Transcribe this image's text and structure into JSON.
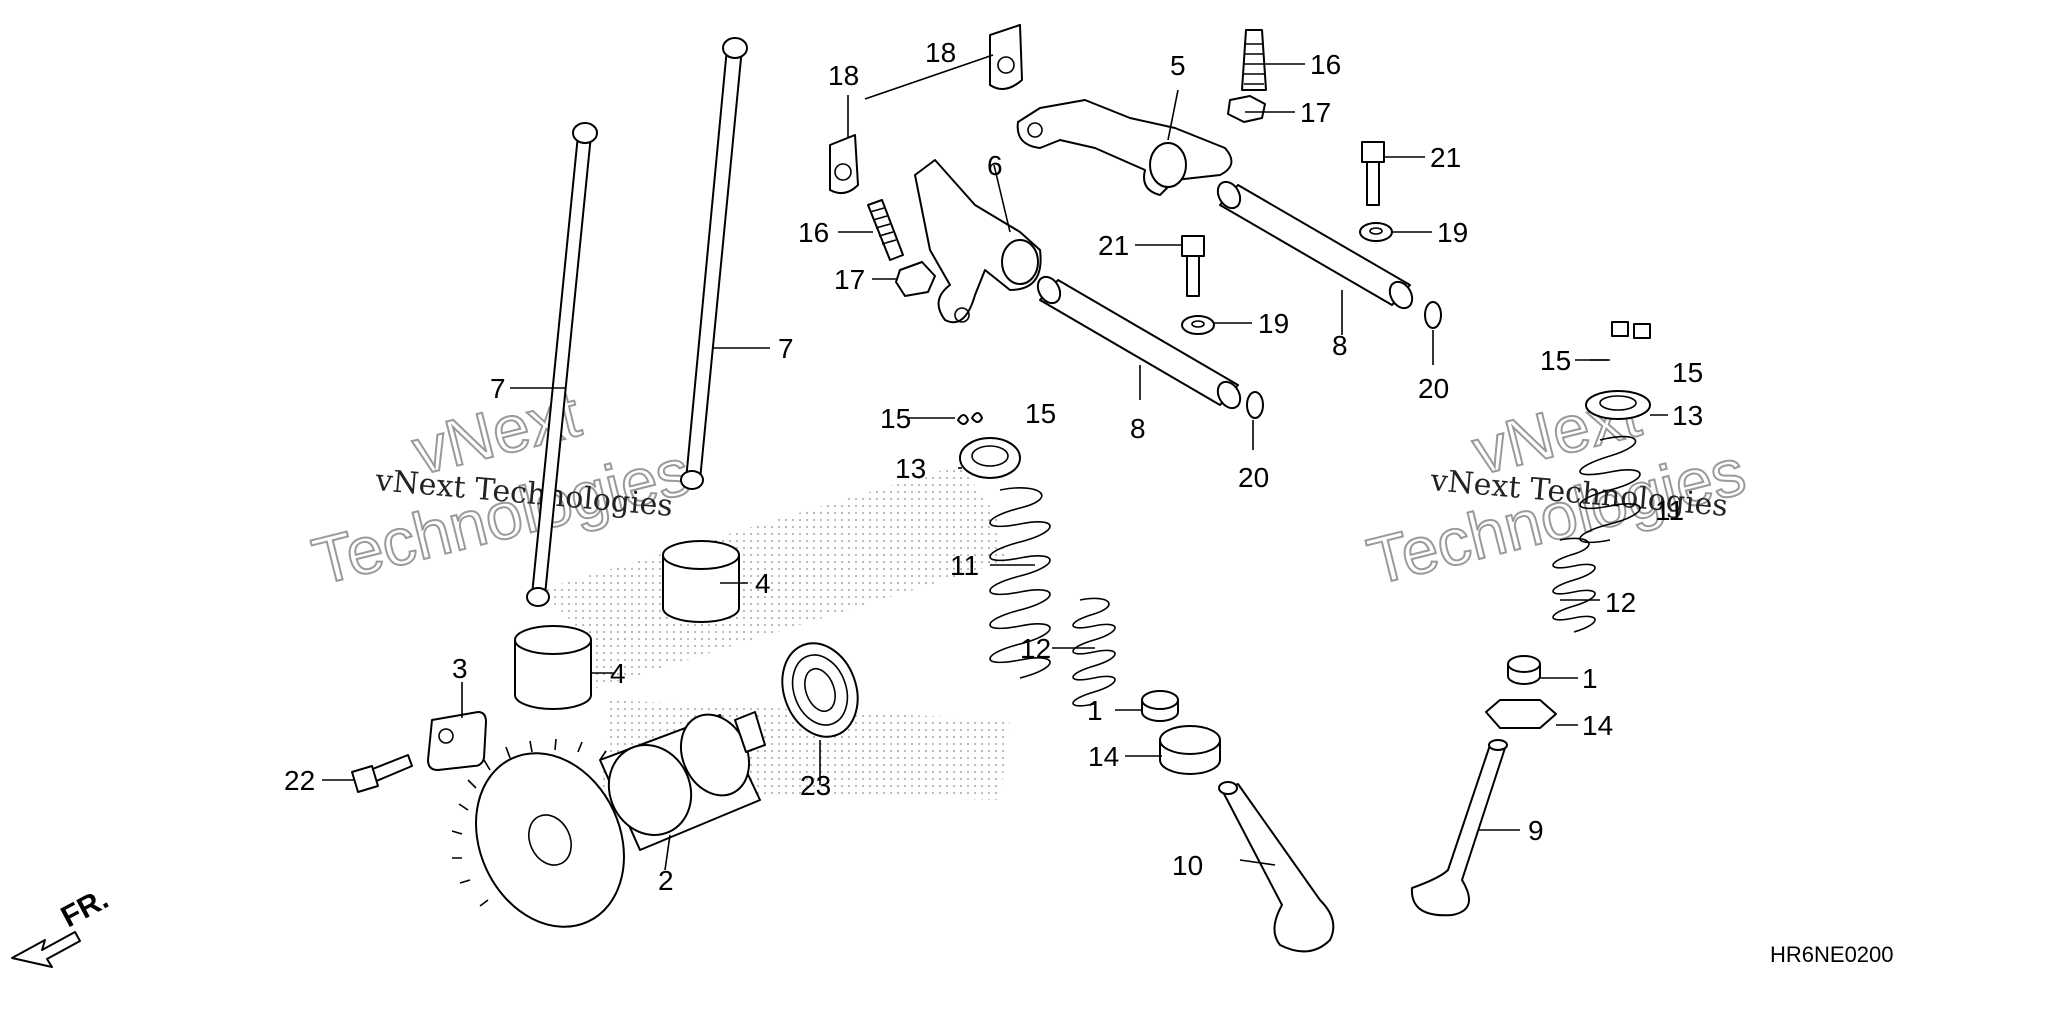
{
  "labels": {
    "l1a": "1",
    "l1b": "1",
    "l2": "2",
    "l3": "3",
    "l4a": "4",
    "l4b": "4",
    "l5": "5",
    "l6": "6",
    "l7a": "7",
    "l7b": "7",
    "l8a": "8",
    "l8b": "8",
    "l9": "9",
    "l10": "10",
    "l11a": "11",
    "l11b": "11",
    "l12a": "12",
    "l12b": "12",
    "l13a": "13",
    "l13b": "13",
    "l14a": "14",
    "l14b": "14",
    "l15a": "15",
    "l15b": "15",
    "l15c": "15",
    "l15d": "15",
    "l16a": "16",
    "l16b": "16",
    "l17a": "17",
    "l17b": "17",
    "l18a": "18",
    "l18b": "18",
    "l19a": "19",
    "l19b": "19",
    "l20a": "20",
    "l20b": "20",
    "l21a": "21",
    "l21b": "21",
    "l22": "22",
    "l23": "23"
  },
  "diagram_code": "HR6NE0200",
  "front_indicator": "FR.",
  "watermarks": {
    "company_small": "vNext Technologies",
    "company_big_line1": "vNext",
    "company_big_line2": "Technologies"
  },
  "colors": {
    "line": "#000000",
    "background": "#ffffff",
    "watermark": "#9a9a9a"
  }
}
